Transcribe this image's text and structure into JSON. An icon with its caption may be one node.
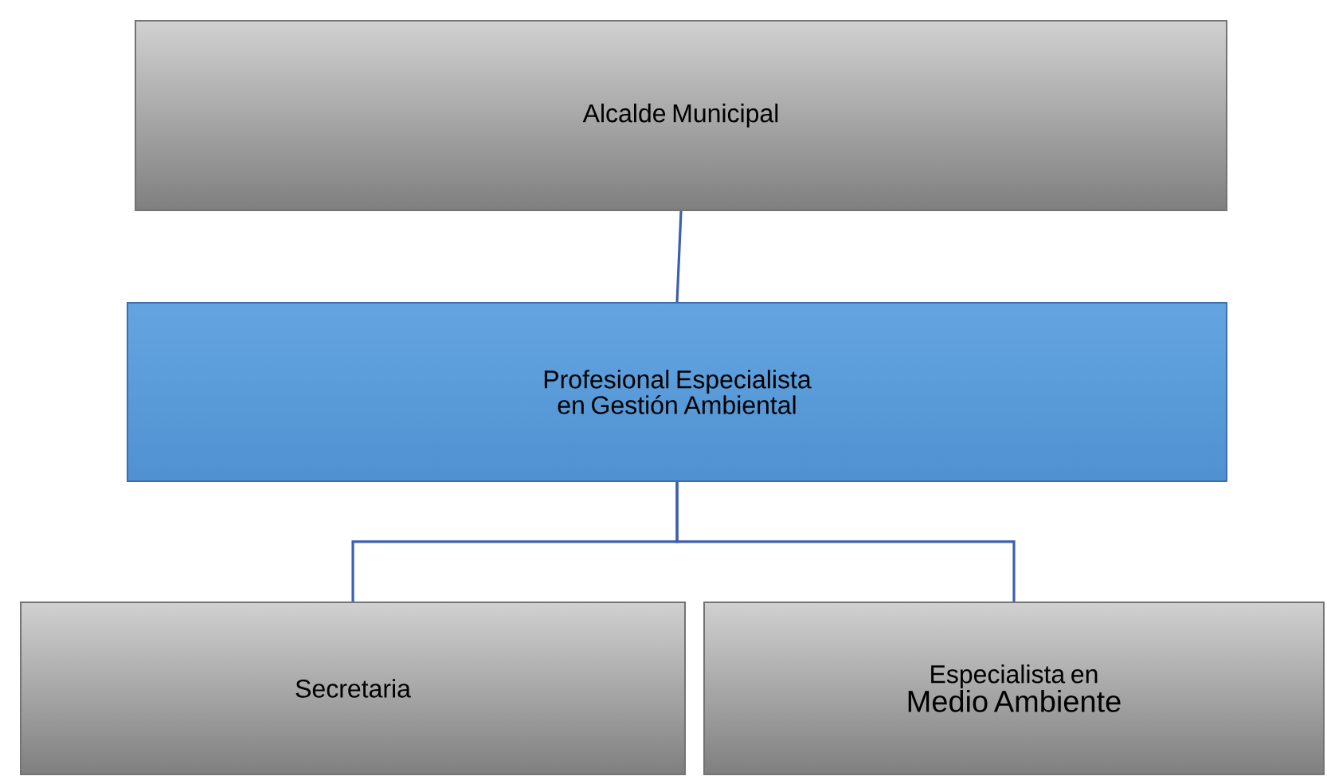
{
  "diagram": {
    "nodes": [
      {
        "text": [
          "Alcalde Municipal"
        ]
      },
      {
        "text": [
          "Profesional Especialista en Gestión Ambiental"
        ]
      },
      {
        "text": [
          "Secretaria"
        ]
      },
      {
        "text": [
          "Especialista en",
          "Medio Ambiente"
        ]
      }
    ],
    "edges": [
      {
        "from": 0,
        "to": 1,
        "arrow": "none"
      },
      {
        "from": 1,
        "to": 2,
        "arrow": "none"
      },
      {
        "from": 1,
        "to": 3,
        "arrow": "none"
      }
    ]
  }
}
